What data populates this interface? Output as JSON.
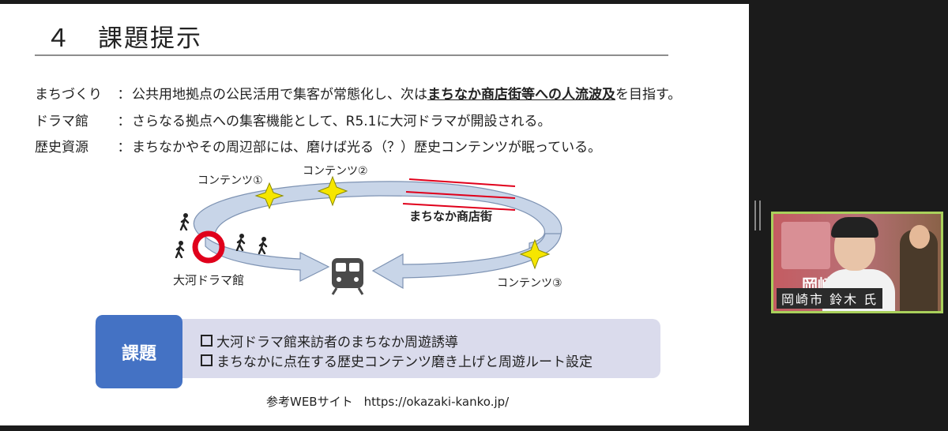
{
  "slide": {
    "title": "４　課題提示",
    "rows": [
      {
        "key": "まちづくり",
        "colon": "：",
        "pre": "公共用地拠点の公民活用で集客が常態化し、次は",
        "emph": "まちなか商店街等への人流波及",
        "post": "を目指す。"
      },
      {
        "key": "ドラマ館",
        "colon": "：",
        "text": "さらなる拠点への集客機能として、R5.1に大河ドラマが開設される。"
      },
      {
        "key": "歴史資源",
        "colon": "：",
        "text": "まちなかやその周辺部には、磨けば光る（？）歴史コンテンツが眠っている。"
      }
    ],
    "diagram": {
      "labels": {
        "content1": "コンテンツ①",
        "content2": "コンテンツ②",
        "content3": "コンテンツ③",
        "shopping": "まちなか商店街",
        "drama": "大河ドラマ館"
      },
      "colors": {
        "ring": "#c8d5e8",
        "ring_stroke": "#7e93b3",
        "star": "#f6e600",
        "marker": "#e0001b",
        "lines": "#e0001b"
      },
      "icons": [
        "walking-person-icon",
        "train-icon",
        "star-icon"
      ]
    },
    "panel": {
      "label": "課題",
      "bullets": [
        "大河ドラマ館来訪者のまちなか周遊誘導",
        "まちなかに点在する歴史コンテンツ磨き上げと周遊ルート設定"
      ]
    },
    "reference": {
      "label": "参考WEBサイト",
      "url": "https://okazaki-kanko.jp/"
    }
  },
  "video": {
    "caption": "岡崎市 鈴木 氏",
    "sign_text": "岡崎",
    "border_color": "#a9d05b"
  }
}
